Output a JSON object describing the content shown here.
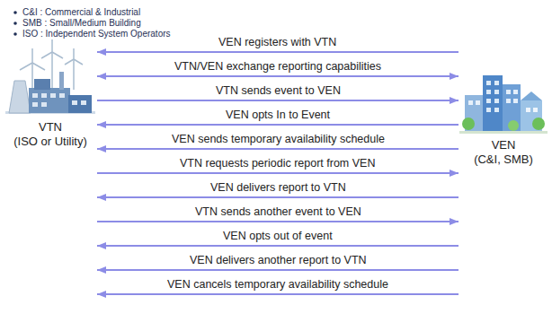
{
  "diagram": {
    "nodes": [
      {
        "text": [
          "VTN",
          "(ISO or Utility)"
        ]
      },
      {
        "text": [
          "VEN",
          "(C&I, SMB)"
        ]
      }
    ],
    "edges": [
      {
        "from": 1,
        "to": 0,
        "arrow": "to",
        "label": "VEN registers with VTN"
      },
      {
        "from": 0,
        "to": 1,
        "arrow": "both",
        "label": "VTN/VEN exchange reporting capabilities"
      },
      {
        "from": 0,
        "to": 1,
        "arrow": "to",
        "label": "VTN sends event to VEN"
      },
      {
        "from": 1,
        "to": 0,
        "arrow": "to",
        "label": "VEN opts In to Event"
      },
      {
        "from": 1,
        "to": 0,
        "arrow": "to",
        "label": "VEN sends temporary availability schedule"
      },
      {
        "from": 0,
        "to": 1,
        "arrow": "to",
        "label": "VTN requests periodic report from VEN"
      },
      {
        "from": 1,
        "to": 0,
        "arrow": "to",
        "label": "VEN delivers report to VTN"
      },
      {
        "from": 0,
        "to": 1,
        "arrow": "to",
        "label": "VTN sends another event to VEN"
      },
      {
        "from": 1,
        "to": 0,
        "arrow": "to",
        "label": "VEN opts out of event"
      },
      {
        "from": 1,
        "to": 0,
        "arrow": "to",
        "label": "VEN delivers another report to VTN"
      },
      {
        "from": 1,
        "to": 0,
        "arrow": "to",
        "label": "VEN cancels temporary availability schedule"
      }
    ],
    "labels": [
      "C&I : Commercial & Industrial",
      "SMB : Small/Medium Building",
      "ISO : Independent System Operators"
    ]
  }
}
